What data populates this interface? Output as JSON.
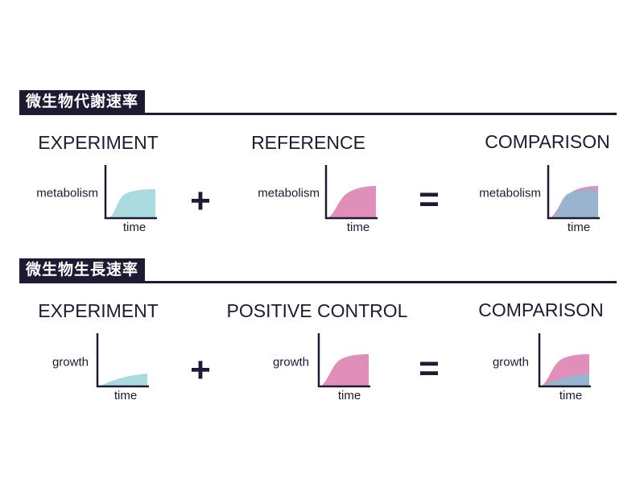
{
  "sections": [
    {
      "heading": "微生物代謝速率",
      "panels": [
        {
          "title": "EXPERIMENT",
          "ylabel": "metabolism",
          "xlabel": "time"
        },
        {
          "title": "REFERENCE",
          "ylabel": "metabolism",
          "xlabel": "time"
        },
        {
          "title": "COMPARISON",
          "ylabel": "metabolism",
          "xlabel": "time"
        }
      ]
    },
    {
      "heading": "微生物生長速率",
      "panels": [
        {
          "title": "EXPERIMENT",
          "ylabel": "growth",
          "xlabel": "time"
        },
        {
          "title": "POSITIVE CONTROL",
          "ylabel": "growth",
          "xlabel": "time"
        },
        {
          "title": "COMPARISON",
          "ylabel": "growth",
          "xlabel": "time"
        }
      ]
    }
  ],
  "operators": {
    "plus": "+",
    "equals": "="
  },
  "colors": {
    "ink": "#1e1a33",
    "experiment": "#a8dadf",
    "reference": "#e08fb8",
    "overlap": "#98b4cf"
  }
}
